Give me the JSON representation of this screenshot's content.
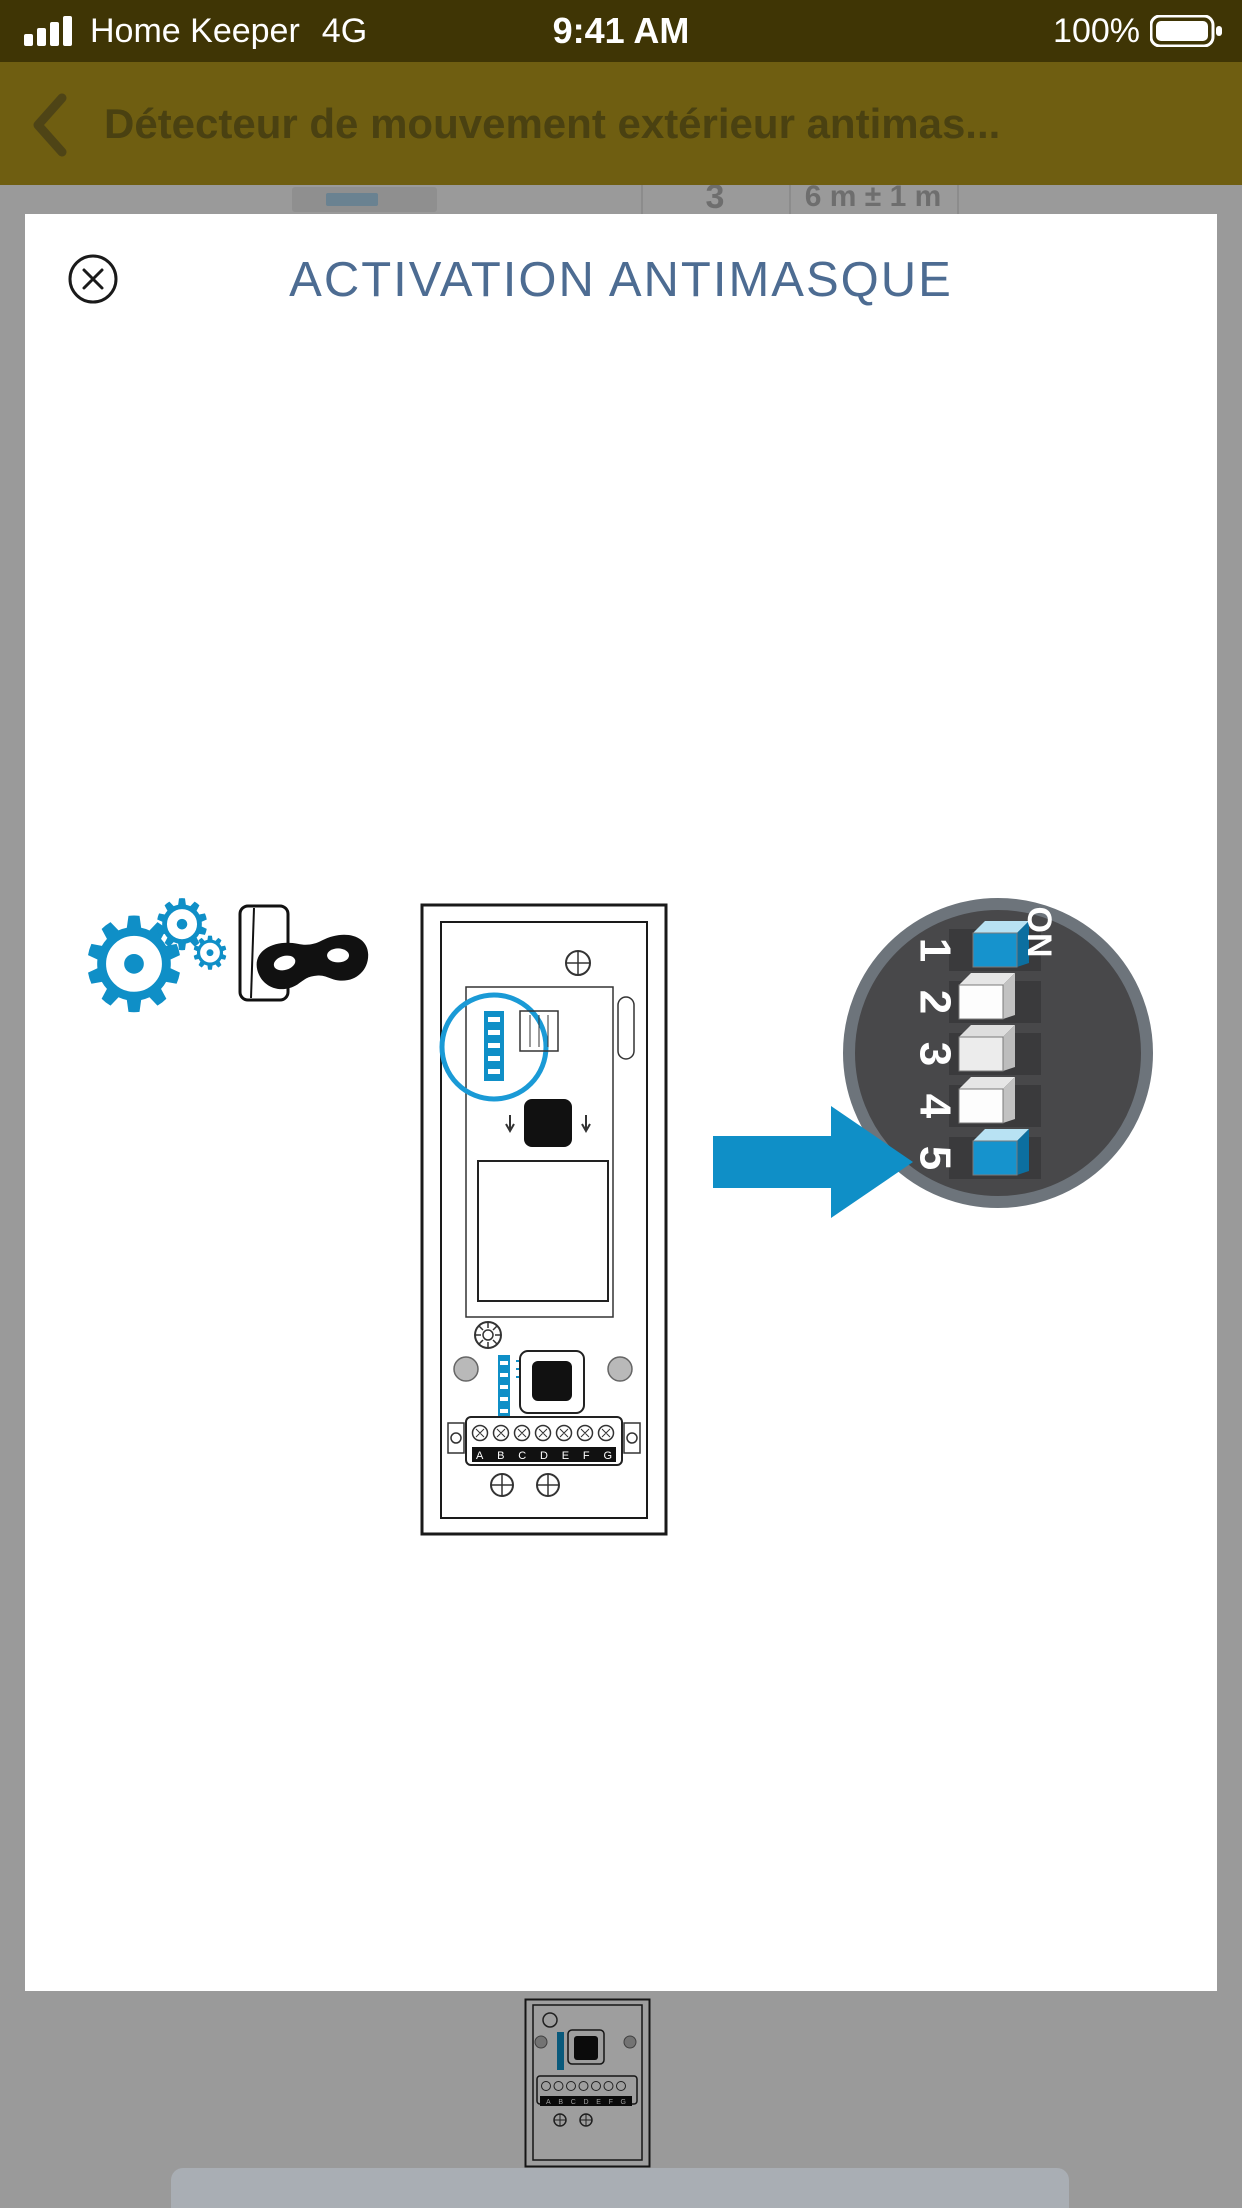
{
  "status_bar": {
    "carrier": "Home Keeper",
    "network": "4G",
    "time": "9:41 AM",
    "battery_percent": "100%"
  },
  "nav_bar": {
    "title": "Détecteur de mouvement extérieur antimas..."
  },
  "background_page": {
    "row_cell_number": "3",
    "row_cell_distance": "6 m ± 1 m",
    "bottom_terminal_letters": "ABCDEFG"
  },
  "modal": {
    "title": "ACTIVATION ANTIMASQUE",
    "diagram": {
      "terminal_letters": "ABCDEFG"
    },
    "dip_switch": {
      "on_label": "ON",
      "switches": [
        {
          "number": "1",
          "state": "on"
        },
        {
          "number": "2",
          "state": "off"
        },
        {
          "number": "3",
          "state": "off"
        },
        {
          "number": "4",
          "state": "off"
        },
        {
          "number": "5",
          "state": "on"
        }
      ]
    }
  },
  "icons": {
    "gears": "⚙",
    "close": "circle-x",
    "back": "chevron-left"
  },
  "colors": {
    "accent_blue": "#0f8fc7",
    "title_blue": "#4d6c92",
    "dim_gray": "#9a9a9a",
    "nav_dim_gold": "#6f5e11",
    "status_dim_gold": "#3f3505",
    "dip_dark": "#48484a"
  }
}
